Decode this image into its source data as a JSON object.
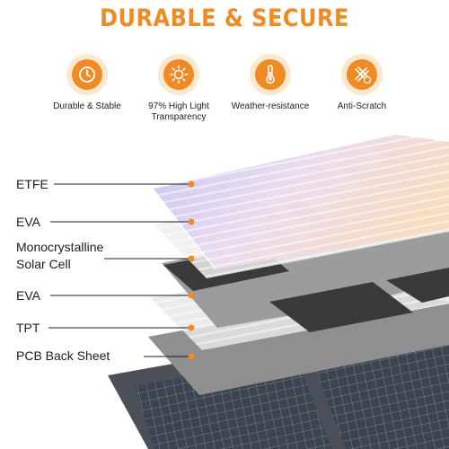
{
  "title": "DURABLE & SECURE",
  "features": [
    {
      "icon": "clock-icon",
      "label": "Durable & Stable"
    },
    {
      "icon": "sun-icon",
      "label": "97% High Light Transparency"
    },
    {
      "icon": "thermometer-icon",
      "label": "Weather-resistance"
    },
    {
      "icon": "scratch-icon",
      "label": "Anti-Scratch"
    }
  ],
  "layers": [
    {
      "label": "ETFE"
    },
    {
      "label": "EVA"
    },
    {
      "label": "Monocrystalline Solar Cell"
    },
    {
      "label": "EVA"
    },
    {
      "label": "TPT"
    },
    {
      "label": "PCB Back Sheet"
    }
  ],
  "colors": {
    "accent": "#f08a24",
    "accent_light": "#fde7cf"
  }
}
